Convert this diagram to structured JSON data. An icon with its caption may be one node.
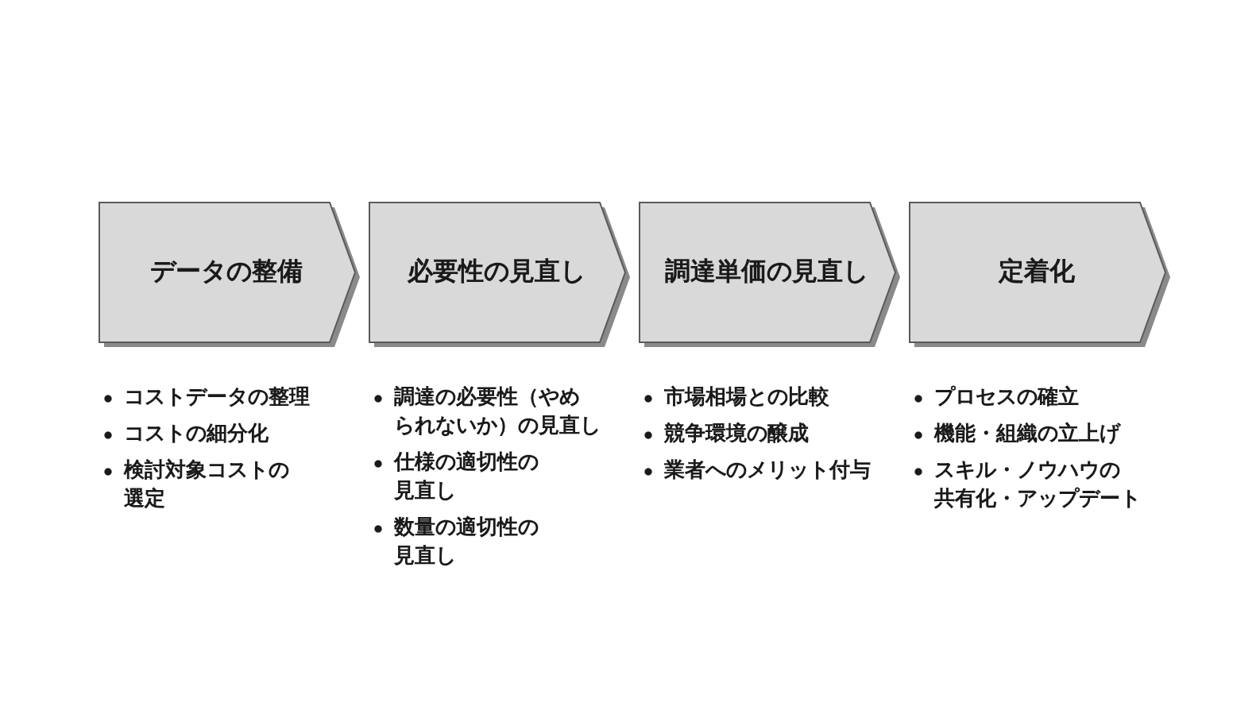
{
  "diagram": {
    "nodes": [
      {
        "text": [
          "データの整備"
        ],
        "beside": [
          "コストデータの整理",
          "コストの細分化",
          "検討対象コストの選定"
        ]
      },
      {
        "text": [
          "必要性の見直し"
        ],
        "beside": [
          "調達の必要性（やめられないか）の見直し",
          "仕様の適切性の見直し",
          "数量の適切性の見直し"
        ]
      },
      {
        "text": [
          "調達単価の見直し"
        ],
        "beside": [
          "市場相場との比較",
          "競争環境の醸成",
          "業者へのメリット付与"
        ]
      },
      {
        "text": [
          "定着化"
        ],
        "beside": [
          "プロセスの確立",
          "機能・組織の立上げ",
          "スキル・ノウハウの共有化・アップデート"
        ]
      }
    ]
  }
}
